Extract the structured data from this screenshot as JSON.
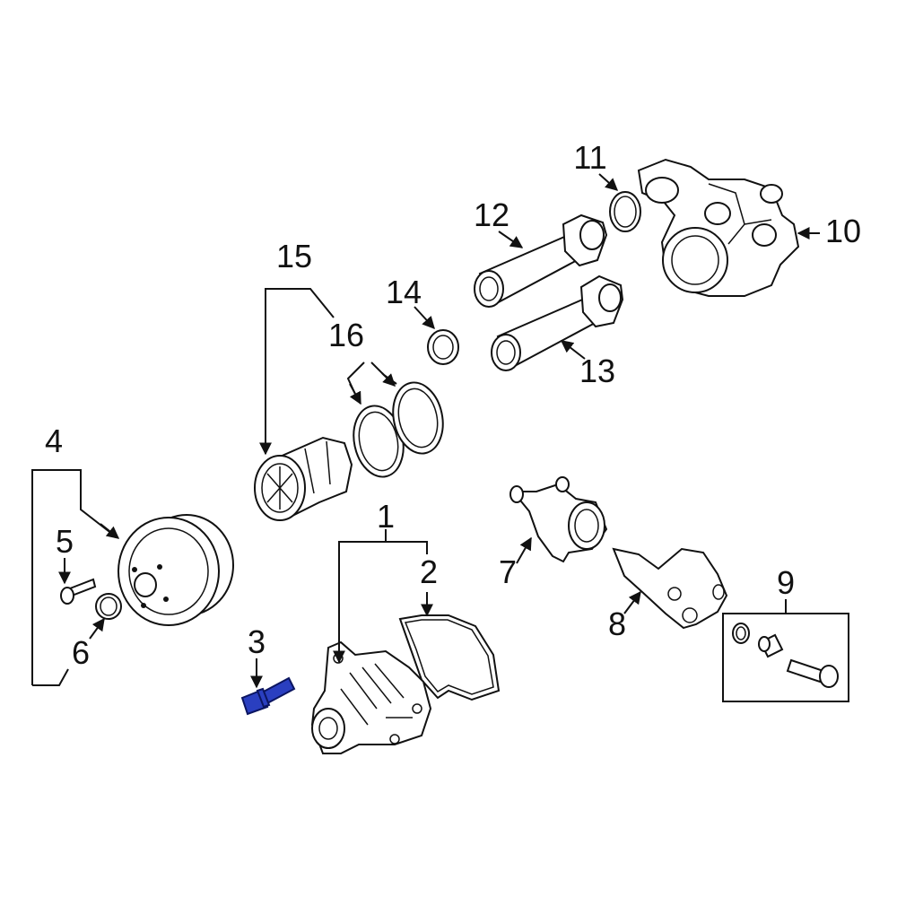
{
  "callouts": {
    "c1": "1",
    "c2": "2",
    "c3": "3",
    "c4": "4",
    "c5": "5",
    "c6": "6",
    "c7": "7",
    "c8": "8",
    "c9": "9",
    "c10": "10",
    "c11": "11",
    "c12": "12",
    "c13": "13",
    "c14": "14",
    "c15": "15",
    "c16": "16"
  },
  "highlight_color": "#2a3fc0",
  "highlighted_part": "3"
}
